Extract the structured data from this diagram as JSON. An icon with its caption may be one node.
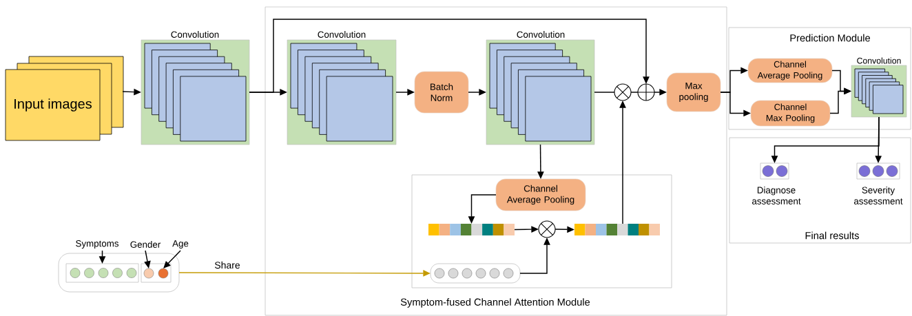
{
  "diagram": {
    "nodes": [
      {
        "text": [
          "Symptom-fused Channel Attention Module"
        ]
      },
      {
        "text": [
          "Prediction Module"
        ]
      },
      {
        "text": [
          "Final results"
        ]
      },
      {
        "text": [
          "Input images"
        ]
      },
      {
        "text": [
          "Convolution"
        ]
      },
      {
        "text": [
          "Convolution"
        ],
        "in": 0
      },
      {
        "text": [
          "Batch Norm"
        ],
        "in": 0
      },
      {
        "text": [
          "Convolution"
        ],
        "in": 0
      },
      {
        "text": [],
        "shape": "circle",
        "in": 0
      },
      {
        "text": [],
        "shape": "circle",
        "in": 0
      },
      {
        "text": [
          "Max pooling"
        ],
        "in": 0
      },
      {
        "text": [
          "Channel Average Pooling"
        ],
        "in": 1
      },
      {
        "text": [
          "Channel Max Pooling"
        ],
        "in": 1
      },
      {
        "text": [
          "Convolution"
        ],
        "in": 1
      },
      {
        "text": [],
        "shape": "box",
        "in": 0
      },
      {
        "text": [
          "Channel Average Pooling"
        ],
        "in": 14
      },
      {
        "text": [],
        "shape": "bar",
        "in": 14
      },
      {
        "text": [],
        "shape": "circle",
        "in": 14
      },
      {
        "text": [],
        "shape": "bar",
        "in": 14
      },
      {
        "text": [],
        "shape": "box",
        "in": 14
      },
      {
        "text": [],
        "shape": "box"
      },
      {
        "text": [
          "Symptoms"
        ]
      },
      {
        "text": [
          "Gender"
        ]
      },
      {
        "text": [
          "Age"
        ]
      },
      {
        "text": [],
        "shape": "box",
        "in": 20
      },
      {
        "text": [],
        "shape": "box",
        "in": 20
      },
      {
        "text": [],
        "shape": "circle",
        "in": 25
      },
      {
        "text": [],
        "shape": "circle",
        "in": 25
      },
      {
        "text": [],
        "shape": "box",
        "in": 2,
        "beside": [
          "Diagnose assessment"
        ]
      },
      {
        "text": [],
        "shape": "box",
        "in": 2,
        "beside": [
          "Severity assessment"
        ]
      }
    ],
    "edges": [
      {
        "from": 3,
        "to": 4,
        "arrow": "to"
      },
      {
        "from": 4,
        "to": 5,
        "arrow": "to"
      },
      {
        "from": 4,
        "to": 9,
        "arrow": "to"
      },
      {
        "from": 5,
        "to": 6,
        "arrow": "to"
      },
      {
        "from": 6,
        "to": 7,
        "arrow": "to"
      },
      {
        "from": 7,
        "to": 8,
        "arrow": "none"
      },
      {
        "from": 8,
        "to": 9,
        "arrow": "none"
      },
      {
        "from": 9,
        "to": 10,
        "arrow": "to"
      },
      {
        "from": 7,
        "to": 15,
        "arrow": "to"
      },
      {
        "from": 15,
        "to": 16,
        "arrow": "to"
      },
      {
        "from": 16,
        "to": 17,
        "arrow": "to"
      },
      {
        "from": 17,
        "to": 18,
        "arrow": "to"
      },
      {
        "from": 18,
        "to": 8,
        "arrow": "to"
      },
      {
        "from": 19,
        "to": 17,
        "arrow": "to"
      },
      {
        "from": 20,
        "to": 19,
        "arrow": "to",
        "label": "Share",
        "color": "#c49a00"
      },
      {
        "from": 10,
        "to": 11,
        "arrow": "to"
      },
      {
        "from": 10,
        "to": 12,
        "arrow": "to"
      },
      {
        "from": 11,
        "to": 13,
        "arrow": "to"
      },
      {
        "from": 12,
        "to": 13,
        "arrow": "to"
      },
      {
        "from": 13,
        "to": 28,
        "arrow": "to"
      },
      {
        "from": 13,
        "to": 29,
        "arrow": "to"
      },
      {
        "from": 21,
        "to": 24,
        "arrow": "to"
      },
      {
        "from": 22,
        "to": 26,
        "arrow": "to"
      },
      {
        "from": 23,
        "to": 27,
        "arrow": "to"
      }
    ]
  }
}
